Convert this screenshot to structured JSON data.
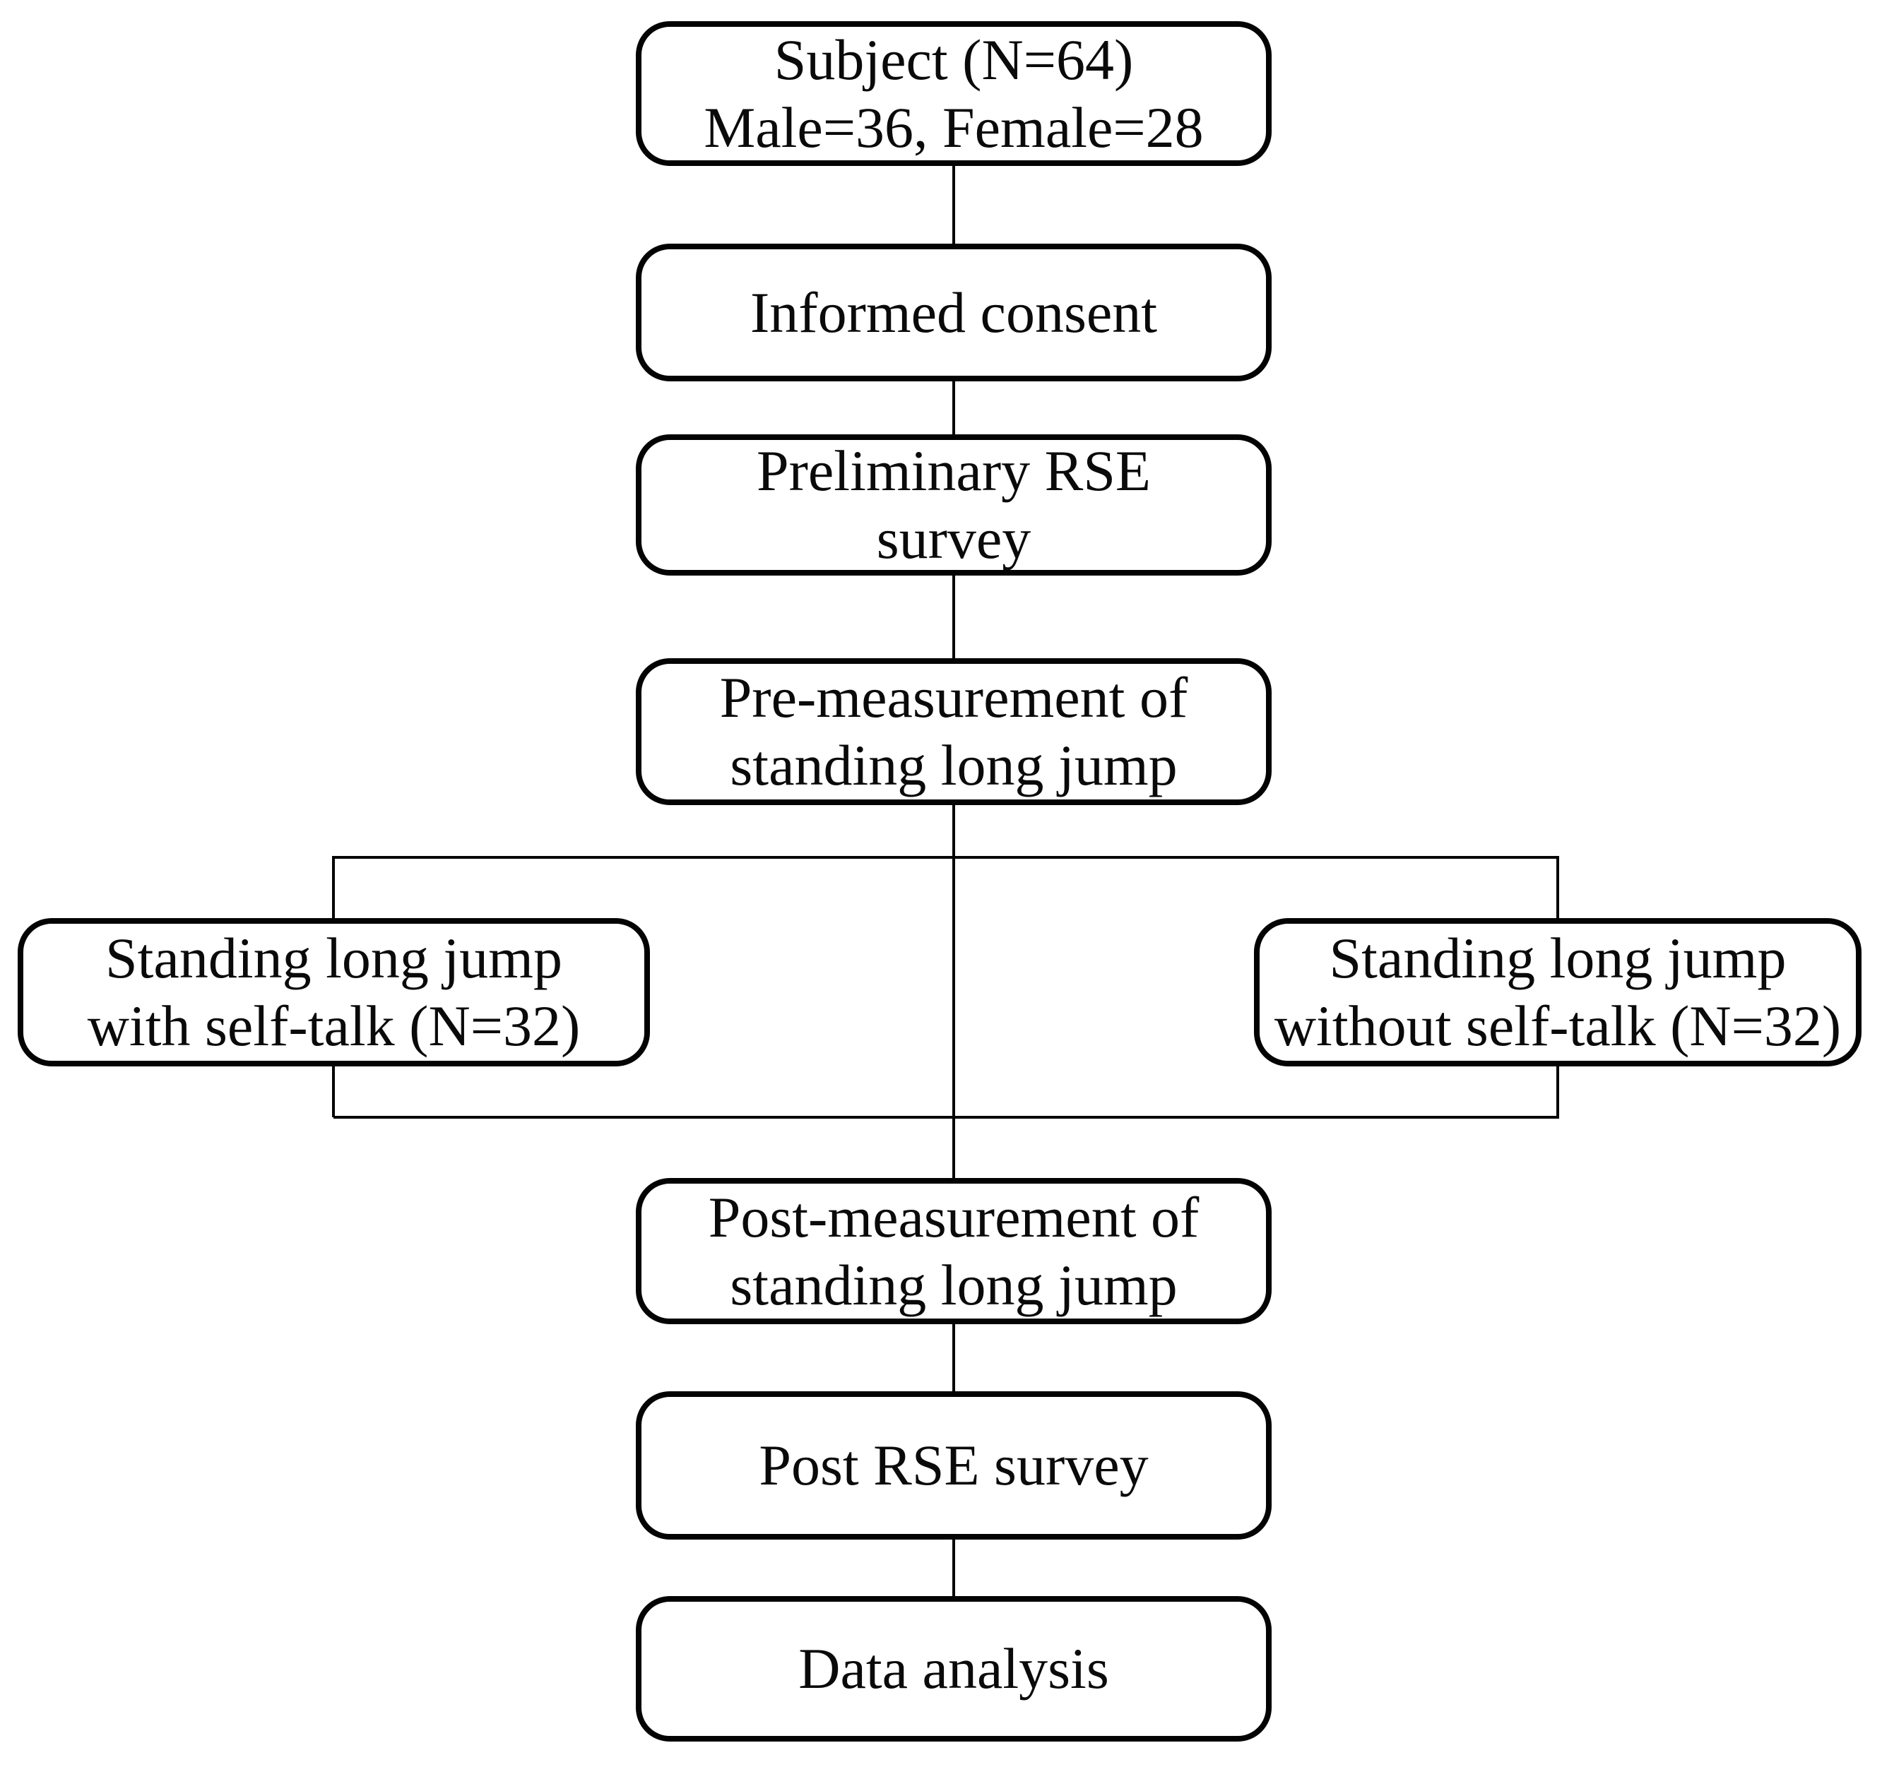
{
  "diagram": {
    "background_color": "#ffffff",
    "line_color": "#050505",
    "text_color": "#0a0a0a",
    "nodes": {
      "subject": {
        "line1": "Subject (N=64)",
        "line2": "Male=36, Female=28"
      },
      "informed_consent": {
        "line1": "Informed consent"
      },
      "preliminary_rse": {
        "line1": "Preliminary RSE",
        "line2": "survey"
      },
      "pre_measurement": {
        "line1": "Pre-measurement of",
        "line2": "standing long jump"
      },
      "with_self_talk": {
        "line1": "Standing long jump",
        "line2": "with self-talk (N=32)"
      },
      "without_self_talk": {
        "line1": "Standing long jump",
        "line2": "without self-talk (N=32)"
      },
      "post_measurement": {
        "line1": "Post-measurement of",
        "line2": "standing long jump"
      },
      "post_rse": {
        "line1": "Post RSE survey"
      },
      "data_analysis": {
        "line1": "Data analysis"
      }
    }
  }
}
